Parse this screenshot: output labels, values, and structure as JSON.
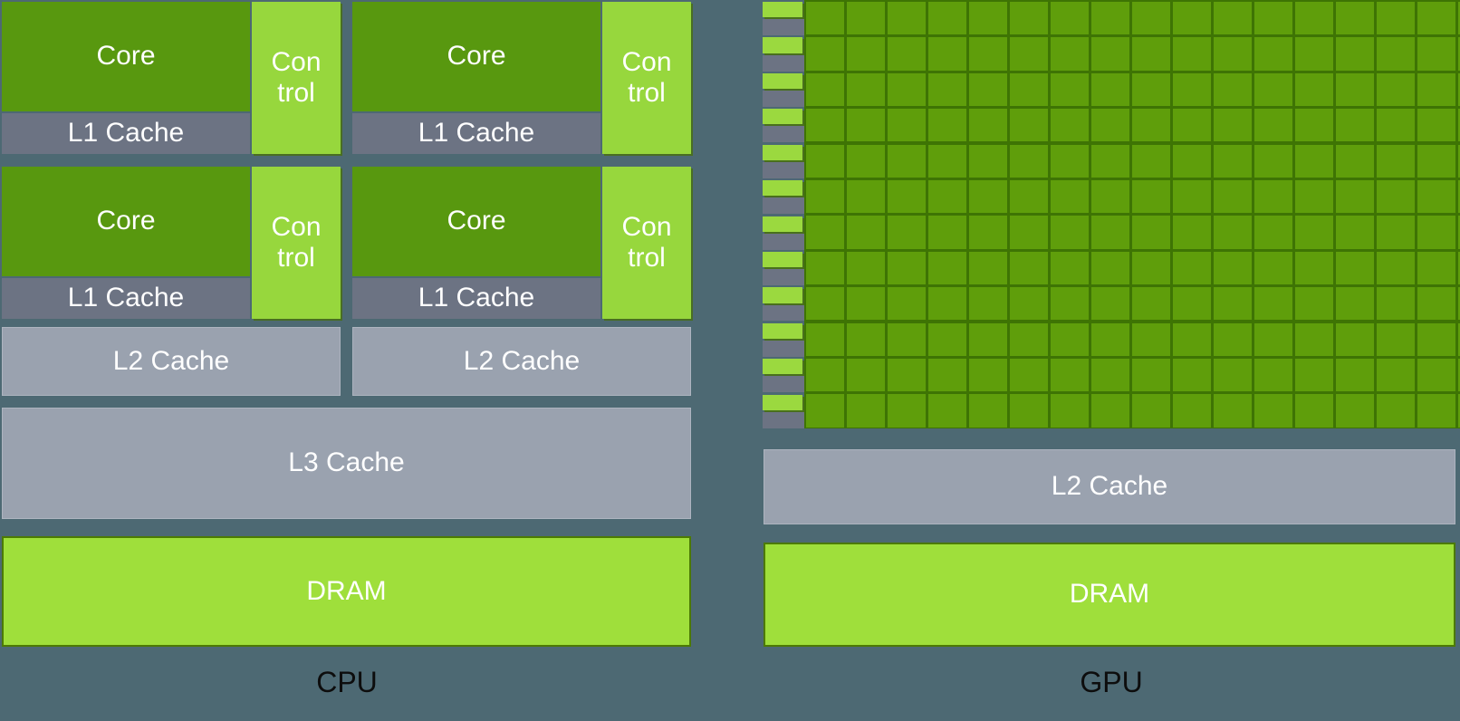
{
  "diagram": {
    "type": "cpu-vs-gpu-architecture"
  },
  "cpu": {
    "caption": "CPU",
    "core_label": "Core",
    "control_label": "Control",
    "control_lines": [
      "Con",
      "trol"
    ],
    "l1_label": "L1 Cache",
    "l2_label": "L2 Cache",
    "l3_label": "L3 Cache",
    "dram_label": "DRAM",
    "core_group_count": 4,
    "l2_block_count": 2
  },
  "gpu": {
    "caption": "GPU",
    "l2_label": "L2 Cache",
    "dram_label": "DRAM",
    "grid": {
      "rows": 12,
      "columns": 17,
      "control_column": true
    }
  },
  "colors": {
    "background": "#4d6973",
    "cpu_core_green": "#58980f",
    "gpu_cell_green": "#5f9e0b",
    "gpu_grid_line_green": "#3e7404",
    "control_light_green": "#97d73d",
    "strip_light_green": "#9bd93f",
    "dram_light_green": "#9fdf3b",
    "dram_border_olive": "#4c7a03",
    "l1_gray": "#6c7383",
    "l2_l3_gray": "#9aa2af",
    "caption_black": "#0d0d0d",
    "block_text_white": "#ffffff"
  }
}
